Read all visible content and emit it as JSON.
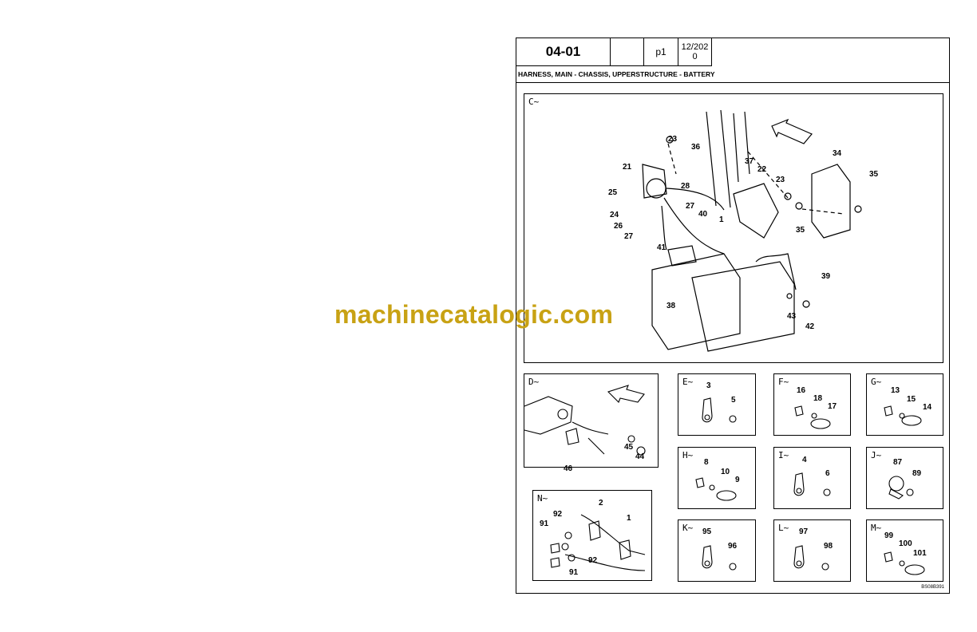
{
  "header": {
    "code": "04-01",
    "blank": "",
    "page": "p1",
    "date": "12/202\n0"
  },
  "title": "HARNESS, MAIN -  CHASSIS, UPPERSTRUCTURE - BATTERY",
  "panels": {
    "C": {
      "tag": "C~",
      "labels": [
        "23",
        "36",
        "37",
        "34",
        "21",
        "22",
        "23",
        "35",
        "25",
        "28",
        "24",
        "27",
        "40",
        "1",
        "26",
        "35",
        "27",
        "41",
        "39",
        "38",
        "43",
        "42"
      ]
    },
    "D": {
      "tag": "D~",
      "labels": [
        "45",
        "44",
        "46"
      ]
    },
    "E": {
      "tag": "E~",
      "labels": [
        "3",
        "5"
      ]
    },
    "F": {
      "tag": "F~",
      "labels": [
        "16",
        "18",
        "17"
      ]
    },
    "G": {
      "tag": "G~",
      "labels": [
        "13",
        "15",
        "14"
      ]
    },
    "H": {
      "tag": "H~",
      "labels": [
        "8",
        "10",
        "9"
      ]
    },
    "I": {
      "tag": "I~",
      "labels": [
        "4",
        "6"
      ]
    },
    "J": {
      "tag": "J~",
      "labels": [
        "87",
        "89"
      ]
    },
    "K": {
      "tag": "K~",
      "labels": [
        "95",
        "96"
      ]
    },
    "L": {
      "tag": "L~",
      "labels": [
        "97",
        "98"
      ]
    },
    "M": {
      "tag": "M~",
      "labels": [
        "99",
        "100",
        "101"
      ]
    },
    "N": {
      "tag": "N~",
      "labels": [
        "2",
        "92",
        "1",
        "91",
        "92",
        "91"
      ]
    }
  },
  "drawing_code": "BS08B391",
  "watermark": "machinecatalogic.com"
}
